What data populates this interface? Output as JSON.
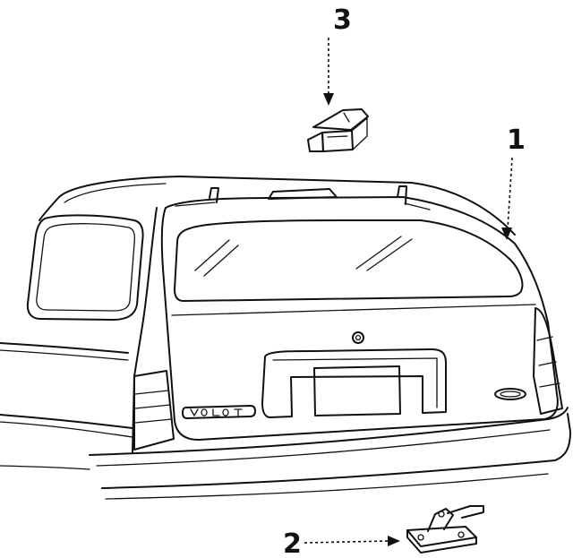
{
  "callouts": {
    "part_1": "1",
    "part_2": "2",
    "part_3": "3"
  },
  "colors": {
    "line": "#111111",
    "background": "#ffffff"
  }
}
